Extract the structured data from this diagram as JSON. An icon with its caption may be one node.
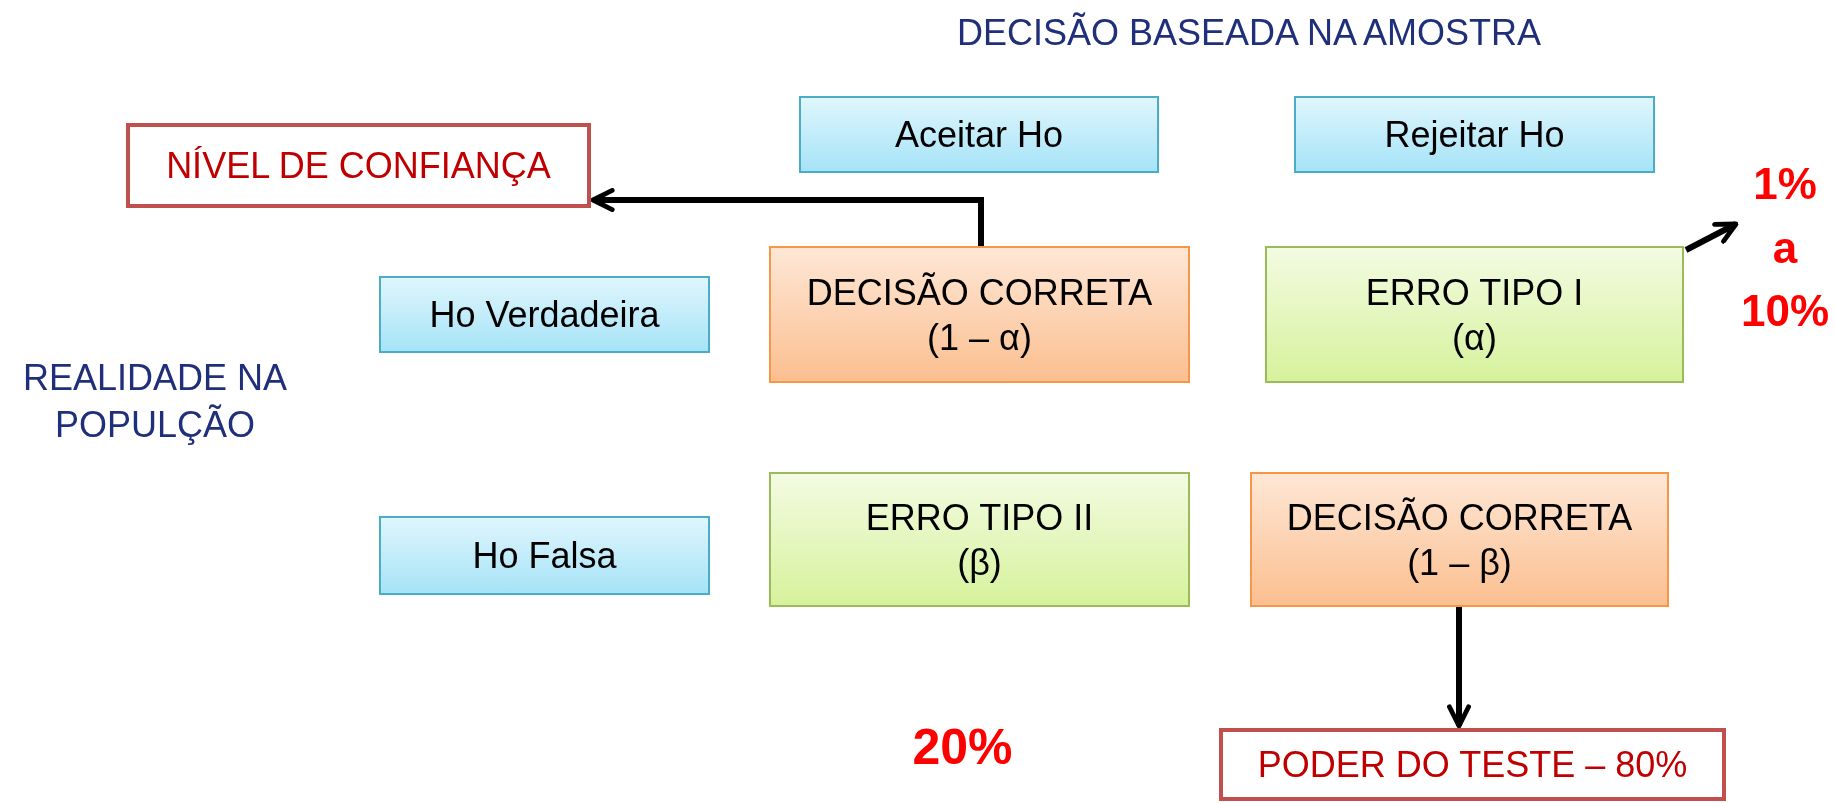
{
  "diagram": {
    "nodes": [
      {
        "text": [
          "Aceitar  Ho"
        ]
      },
      {
        "text": [
          "Rejeitar  Ho"
        ]
      },
      {
        "text": [
          "NÍVEL DE CONFIANÇA"
        ]
      },
      {
        "text": [
          "1% a 10%"
        ]
      },
      {
        "text": [
          "Ho Verdadeira"
        ]
      },
      {
        "text": [
          "DECISÃO CORRETA",
          "(1 – α)"
        ]
      },
      {
        "text": [
          "ERRO TIPO I",
          "(α)"
        ]
      },
      {
        "text": [
          "Ho Falsa"
        ]
      },
      {
        "text": [
          "ERRO TIPO II",
          "(β)"
        ]
      },
      {
        "text": [
          "DECISÃO CORRETA",
          "(1 – β)"
        ]
      },
      {
        "text": [
          "PODER DO TESTE – 80%"
        ]
      }
    ],
    "edges": [
      {
        "from": 5,
        "to": 2,
        "arrow": "to"
      },
      {
        "from": 6,
        "to": 3,
        "arrow": "to"
      },
      {
        "from": 9,
        "to": 10,
        "arrow": "to"
      }
    ],
    "labels": [
      "DECISÃO BASEADA NA AMOSTRA",
      "REALIDADE NA POPULÇÃO",
      "20%"
    ]
  }
}
